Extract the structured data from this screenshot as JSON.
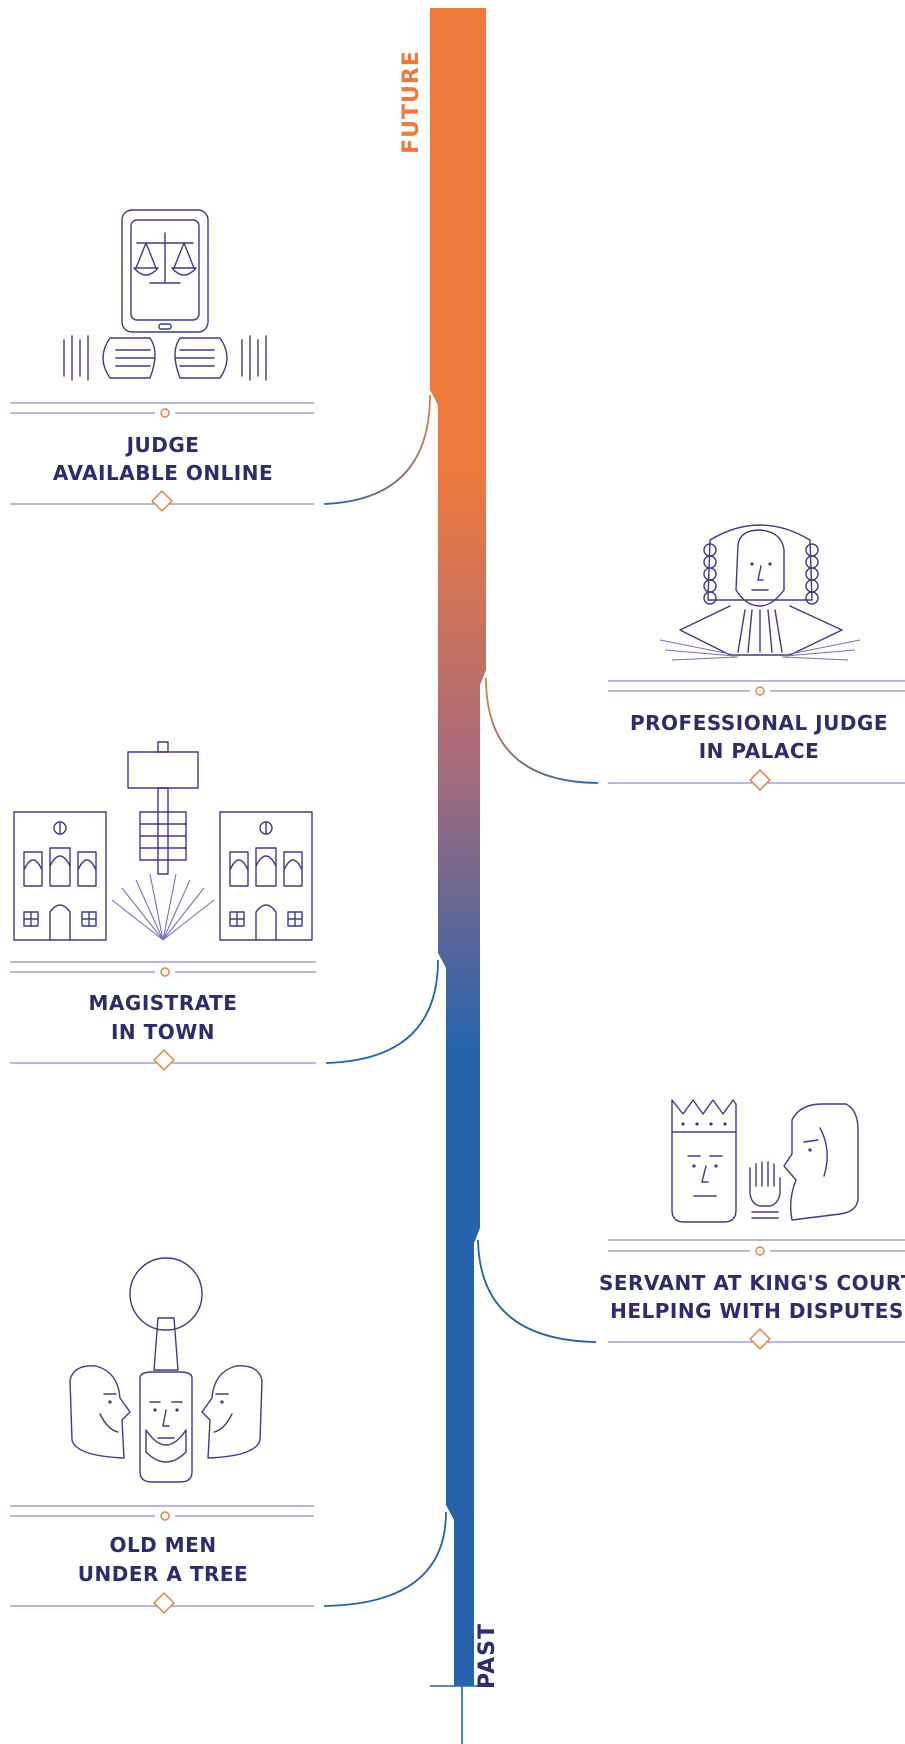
{
  "axis": {
    "top_label": "FUTURE",
    "bottom_label": "PAST"
  },
  "colors": {
    "future": "#f07a3c",
    "past": "#2563ad",
    "text": "#2e2c6e",
    "icon": "#3f3a8a",
    "line": "#8d83c9"
  },
  "milestones": [
    {
      "line1": "JUDGE",
      "line2": "AVAILABLE ONLINE",
      "icon": "tablet-scales-icon"
    },
    {
      "line1": "PROFESSIONAL JUDGE",
      "line2": "IN PALACE",
      "icon": "wigged-judge-icon"
    },
    {
      "line1": "MAGISTRATE",
      "line2": "IN TOWN",
      "icon": "town-hall-gavel-icon"
    },
    {
      "line1": "SERVANT AT KING'S COURT",
      "line2": "HELPING WITH DISPUTES",
      "icon": "king-and-servant-icon"
    },
    {
      "line1": "OLD MEN",
      "line2": "UNDER A TREE",
      "icon": "elders-under-tree-icon"
    }
  ]
}
